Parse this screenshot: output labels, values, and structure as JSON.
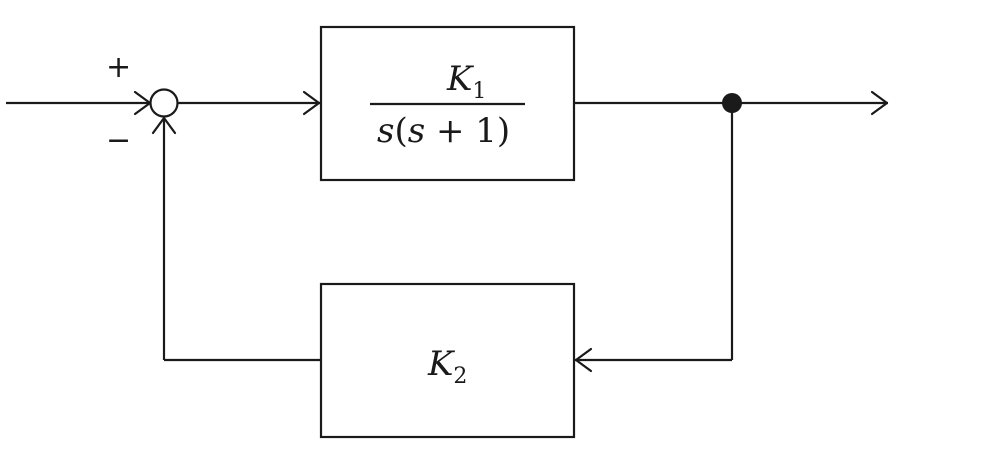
{
  "diagram": {
    "summing_junction": {
      "plus_sign": "+",
      "minus_sign": "−"
    },
    "forward_block": {
      "numerator_symbol": "K",
      "numerator_subscript": "1",
      "denominator_s1": "s",
      "denominator_open": "(",
      "denominator_s2": "s",
      "denominator_plus": " + 1)"
    },
    "feedback_block": {
      "gain_symbol": "K",
      "gain_subscript": "2"
    }
  }
}
